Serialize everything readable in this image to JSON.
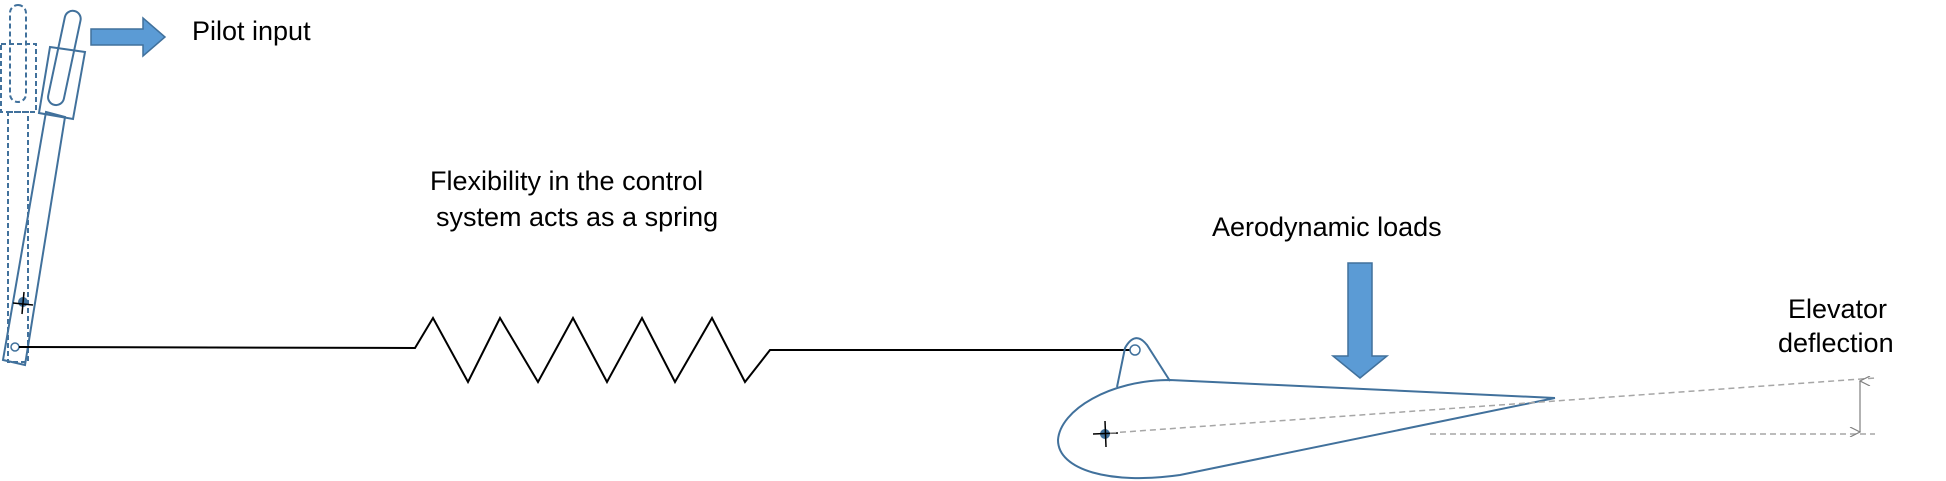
{
  "labels": {
    "pilot_input": "Pilot input",
    "flexibility_line1": "Flexibility in the control",
    "flexibility_line2": "system acts as a spring",
    "aero_loads": "Aerodynamic loads",
    "elevator_line1": "Elevator",
    "elevator_line2": "deflection"
  },
  "colors": {
    "arrow_fill": "#5b9bd5",
    "outline": "#41719c",
    "cable": "#000000",
    "reference_dash": "#a6a6a6"
  }
}
